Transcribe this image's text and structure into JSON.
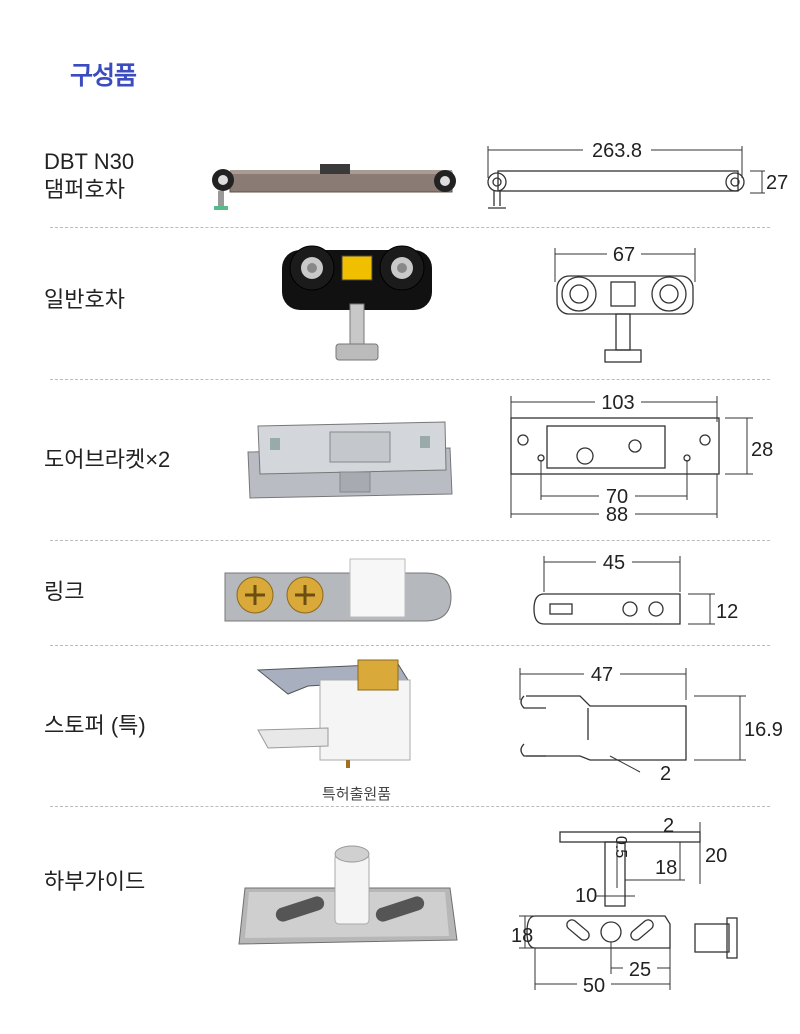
{
  "title": "구성품",
  "items": [
    {
      "name": "DBT N30\n댐퍼호차",
      "dims": [
        "263.8",
        "27"
      ]
    },
    {
      "name": "일반호차",
      "dims": [
        "67"
      ]
    },
    {
      "name": "도어브라켓×2",
      "dims": [
        "103",
        "28",
        "70",
        "88"
      ]
    },
    {
      "name": "링크",
      "dims": [
        "45",
        "12"
      ]
    },
    {
      "name": "스토퍼 (특)",
      "dims": [
        "47",
        "16.9",
        "2"
      ],
      "caption": "특허출원품"
    },
    {
      "name": "하부가이드",
      "dims": [
        "2",
        "0.5",
        "18",
        "20",
        "10",
        "18",
        "25",
        "50"
      ]
    }
  ],
  "colors": {
    "title": "#3b4cc0",
    "separator": "#bbbbbb"
  }
}
